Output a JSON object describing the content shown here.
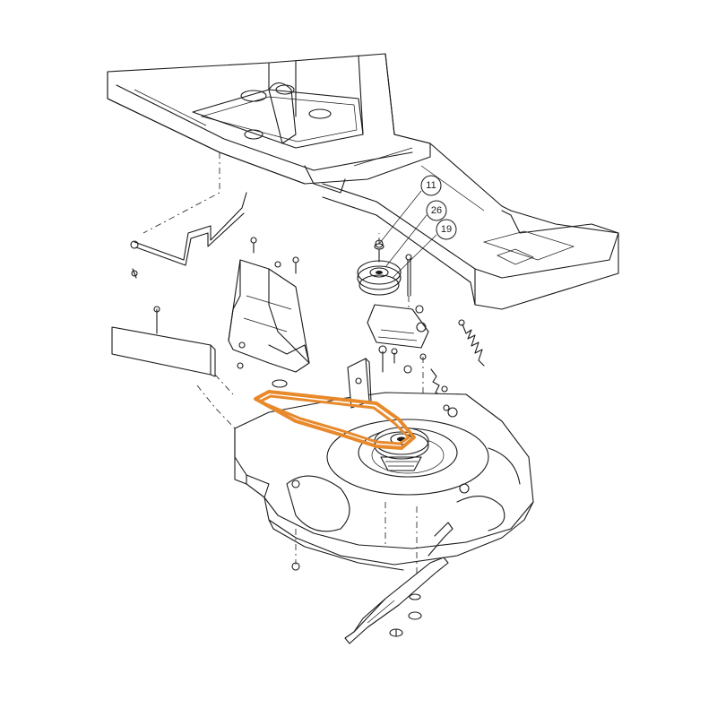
{
  "callouts": [
    {
      "id": "11",
      "label": "11"
    },
    {
      "id": "26",
      "label": "26"
    },
    {
      "id": "19",
      "label": "19"
    }
  ],
  "colors": {
    "belt_highlight": "#e8892b",
    "line": "#1a1a1a",
    "background": "#ffffff"
  }
}
